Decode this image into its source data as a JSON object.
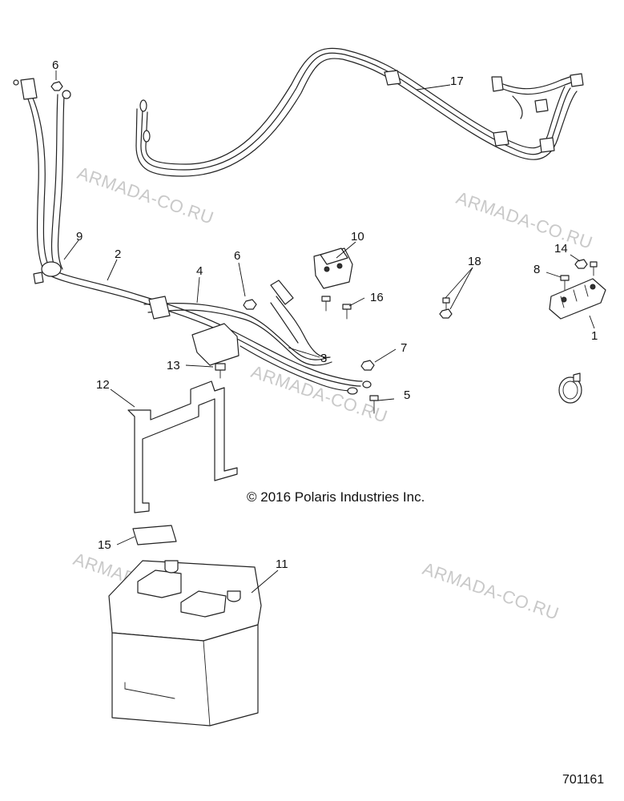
{
  "watermark": "ARMADA-CO.RU",
  "copyright": "© 2016 Polaris Industries Inc.",
  "drawing_number": "701161",
  "callouts": {
    "c1": "1",
    "c2": "2",
    "c3": "3",
    "c4": "4",
    "c5": "5",
    "c6a": "6",
    "c6b": "6",
    "c7": "7",
    "c8": "8",
    "c9": "9",
    "c10": "10",
    "c11": "11",
    "c12": "12",
    "c13": "13",
    "c14": "14",
    "c15": "15",
    "c16": "16",
    "c17": "17",
    "c18": "18"
  }
}
